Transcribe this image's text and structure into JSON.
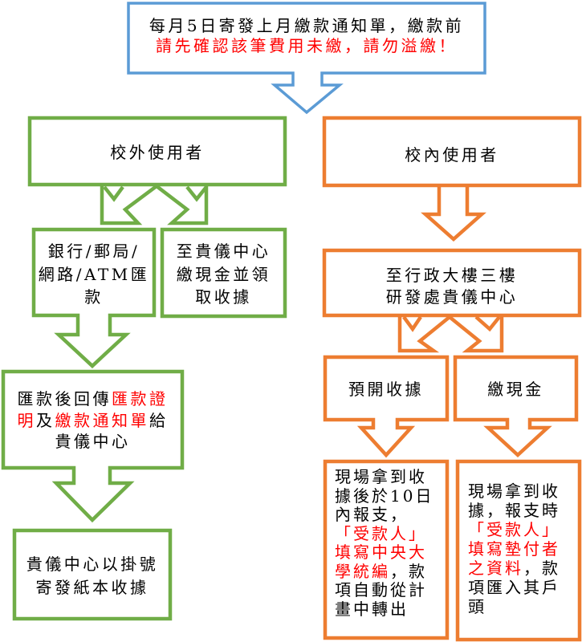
{
  "colors": {
    "notice_border": "#5B9BD5",
    "external_border": "#70AD47",
    "internal_border": "#ED7D31",
    "emphasis_text": "#FF0000",
    "body_text": "#000000"
  },
  "notice": {
    "lines": [
      [
        {
          "text": "每月5日寄發上月繳款通知單，繳款前",
          "emphasis": false
        }
      ],
      [
        {
          "text": "請先確認該筆費用未繳，請勿溢繳！",
          "emphasis": true
        }
      ]
    ]
  },
  "external": {
    "title": "校外使用者",
    "remit_option": {
      "lines": [
        "銀行/郵局/",
        "網路/ATM匯",
        "款"
      ]
    },
    "cash_option": {
      "lines": [
        "至貴儀中心",
        "繳現金並領",
        "取收據"
      ]
    },
    "remit_followup": {
      "lines": [
        [
          {
            "text": "匯款後回傳",
            "emphasis": false
          },
          {
            "text": "匯款證",
            "emphasis": true
          }
        ],
        [
          {
            "text": "明",
            "emphasis": true
          },
          {
            "text": "及",
            "emphasis": false
          },
          {
            "text": "繳款通知單",
            "emphasis": true
          },
          {
            "text": "給",
            "emphasis": false
          }
        ],
        [
          {
            "text": "貴儀中心",
            "emphasis": false
          }
        ]
      ]
    },
    "receipt_mailing": {
      "lines": [
        "貴儀中心以掛號",
        "寄發紙本收據"
      ]
    }
  },
  "internal": {
    "title": "校內使用者",
    "location": {
      "lines": [
        "至行政大樓三樓",
        "研發處貴儀中心"
      ]
    },
    "prepaid_option": {
      "label": "預開收據"
    },
    "cash_option": {
      "label": "繳現金"
    },
    "prepaid_detail": {
      "lines": [
        [
          {
            "text": "現場拿到收",
            "emphasis": false
          }
        ],
        [
          {
            "text": "據後於10日",
            "emphasis": false
          }
        ],
        [
          {
            "text": "內報支，",
            "emphasis": false
          }
        ],
        [
          {
            "text": "「受款人」",
            "emphasis": true
          }
        ],
        [
          {
            "text": "填寫中央大",
            "emphasis": true
          }
        ],
        [
          {
            "text": "學統編",
            "emphasis": true
          },
          {
            "text": "，款",
            "emphasis": false
          }
        ],
        [
          {
            "text": "項自動從計",
            "emphasis": false
          }
        ],
        [
          {
            "text": "畫中轉出",
            "emphasis": false
          }
        ]
      ]
    },
    "cash_detail": {
      "lines": [
        [
          {
            "text": "現場拿到收",
            "emphasis": false
          }
        ],
        [
          {
            "text": "據，報支時",
            "emphasis": false
          }
        ],
        [
          {
            "text": "「受款人」",
            "emphasis": true
          }
        ],
        [
          {
            "text": "填寫墊付者",
            "emphasis": true
          }
        ],
        [
          {
            "text": "之資料",
            "emphasis": true
          },
          {
            "text": "，款",
            "emphasis": false
          }
        ],
        [
          {
            "text": "項匯入其戶",
            "emphasis": false
          }
        ],
        [
          {
            "text": "頭",
            "emphasis": false
          }
        ]
      ]
    }
  }
}
